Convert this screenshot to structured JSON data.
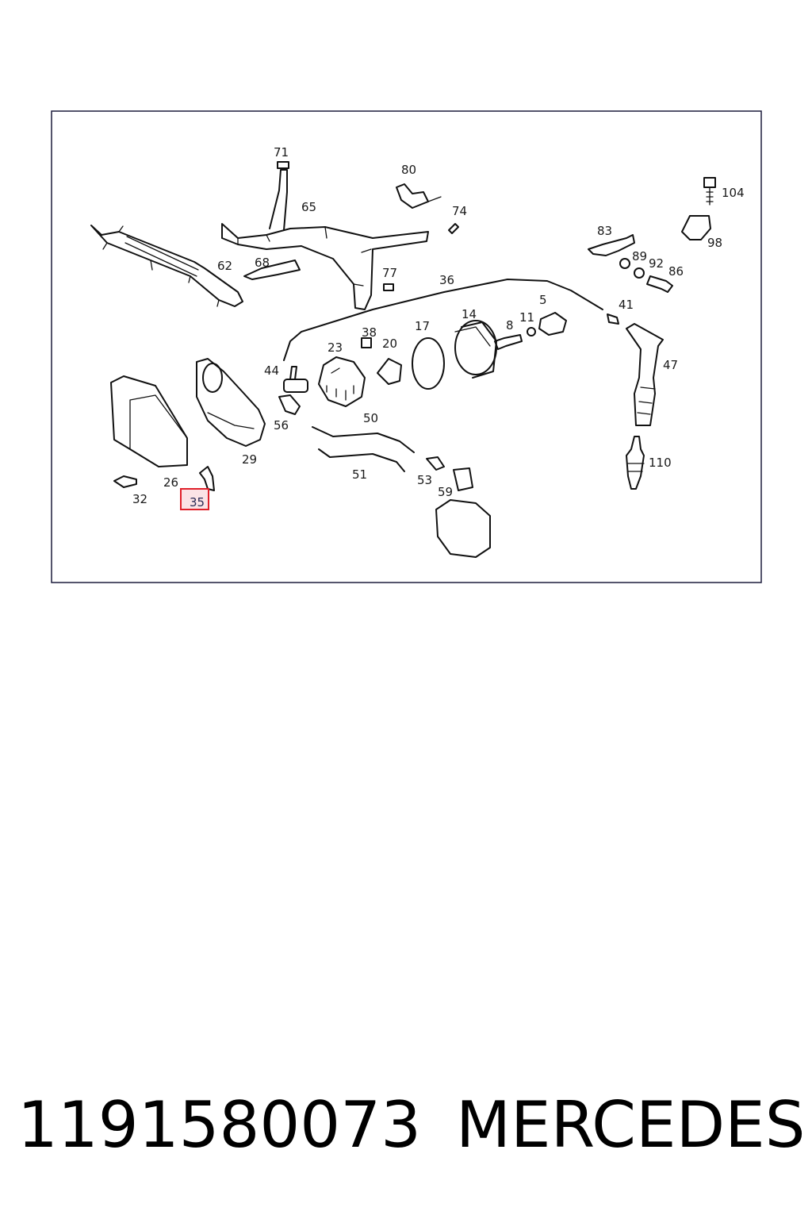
{
  "diagram": {
    "callouts": [
      "71",
      "80",
      "65",
      "74",
      "104",
      "62",
      "68",
      "77",
      "83",
      "98",
      "89",
      "92",
      "86",
      "36",
      "5",
      "41",
      "14",
      "17",
      "8",
      "11",
      "38",
      "23",
      "20",
      "44",
      "47",
      "50",
      "56",
      "29",
      "26",
      "32",
      "35",
      "51",
      "53",
      "59",
      "110"
    ],
    "highlighted": "35",
    "highlight_color": "#e0202a",
    "highlight_fill": "#fbe3e6",
    "line_color": "#111111",
    "frame_color": "#1c1c3c"
  },
  "caption": {
    "part_number": "1191580073",
    "brand": "MERCEDES"
  }
}
